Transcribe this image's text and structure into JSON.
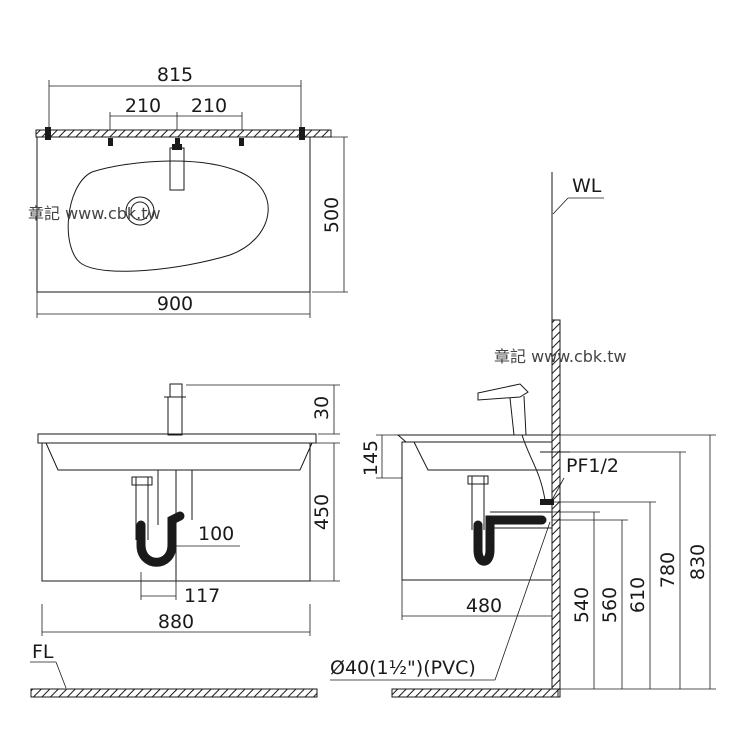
{
  "plan_view": {
    "dim_width_top": "815",
    "dim_hole_left": "210",
    "dim_hole_right": "210",
    "dim_depth": "500",
    "dim_width_bottom": "900"
  },
  "front_view": {
    "dim_tap_height": "30",
    "dim_cabinet_height": "450",
    "dim_trap_offset": "100",
    "dim_trap_width": "117",
    "dim_cabinet_width": "880",
    "floor_label": "FL"
  },
  "side_view": {
    "wall_label": "WL",
    "dim_basin_depth": "145",
    "supply_label": "PF1/2",
    "dim_projection": "480",
    "dim_h540": "540",
    "dim_h560": "560",
    "dim_h610": "610",
    "dim_h780": "780",
    "dim_h830": "830",
    "drain_label": "Ø40(1½\")(PVC)"
  },
  "watermarks": [
    "章記 www.cbk.tw",
    "章記 www.cbk.tw"
  ]
}
